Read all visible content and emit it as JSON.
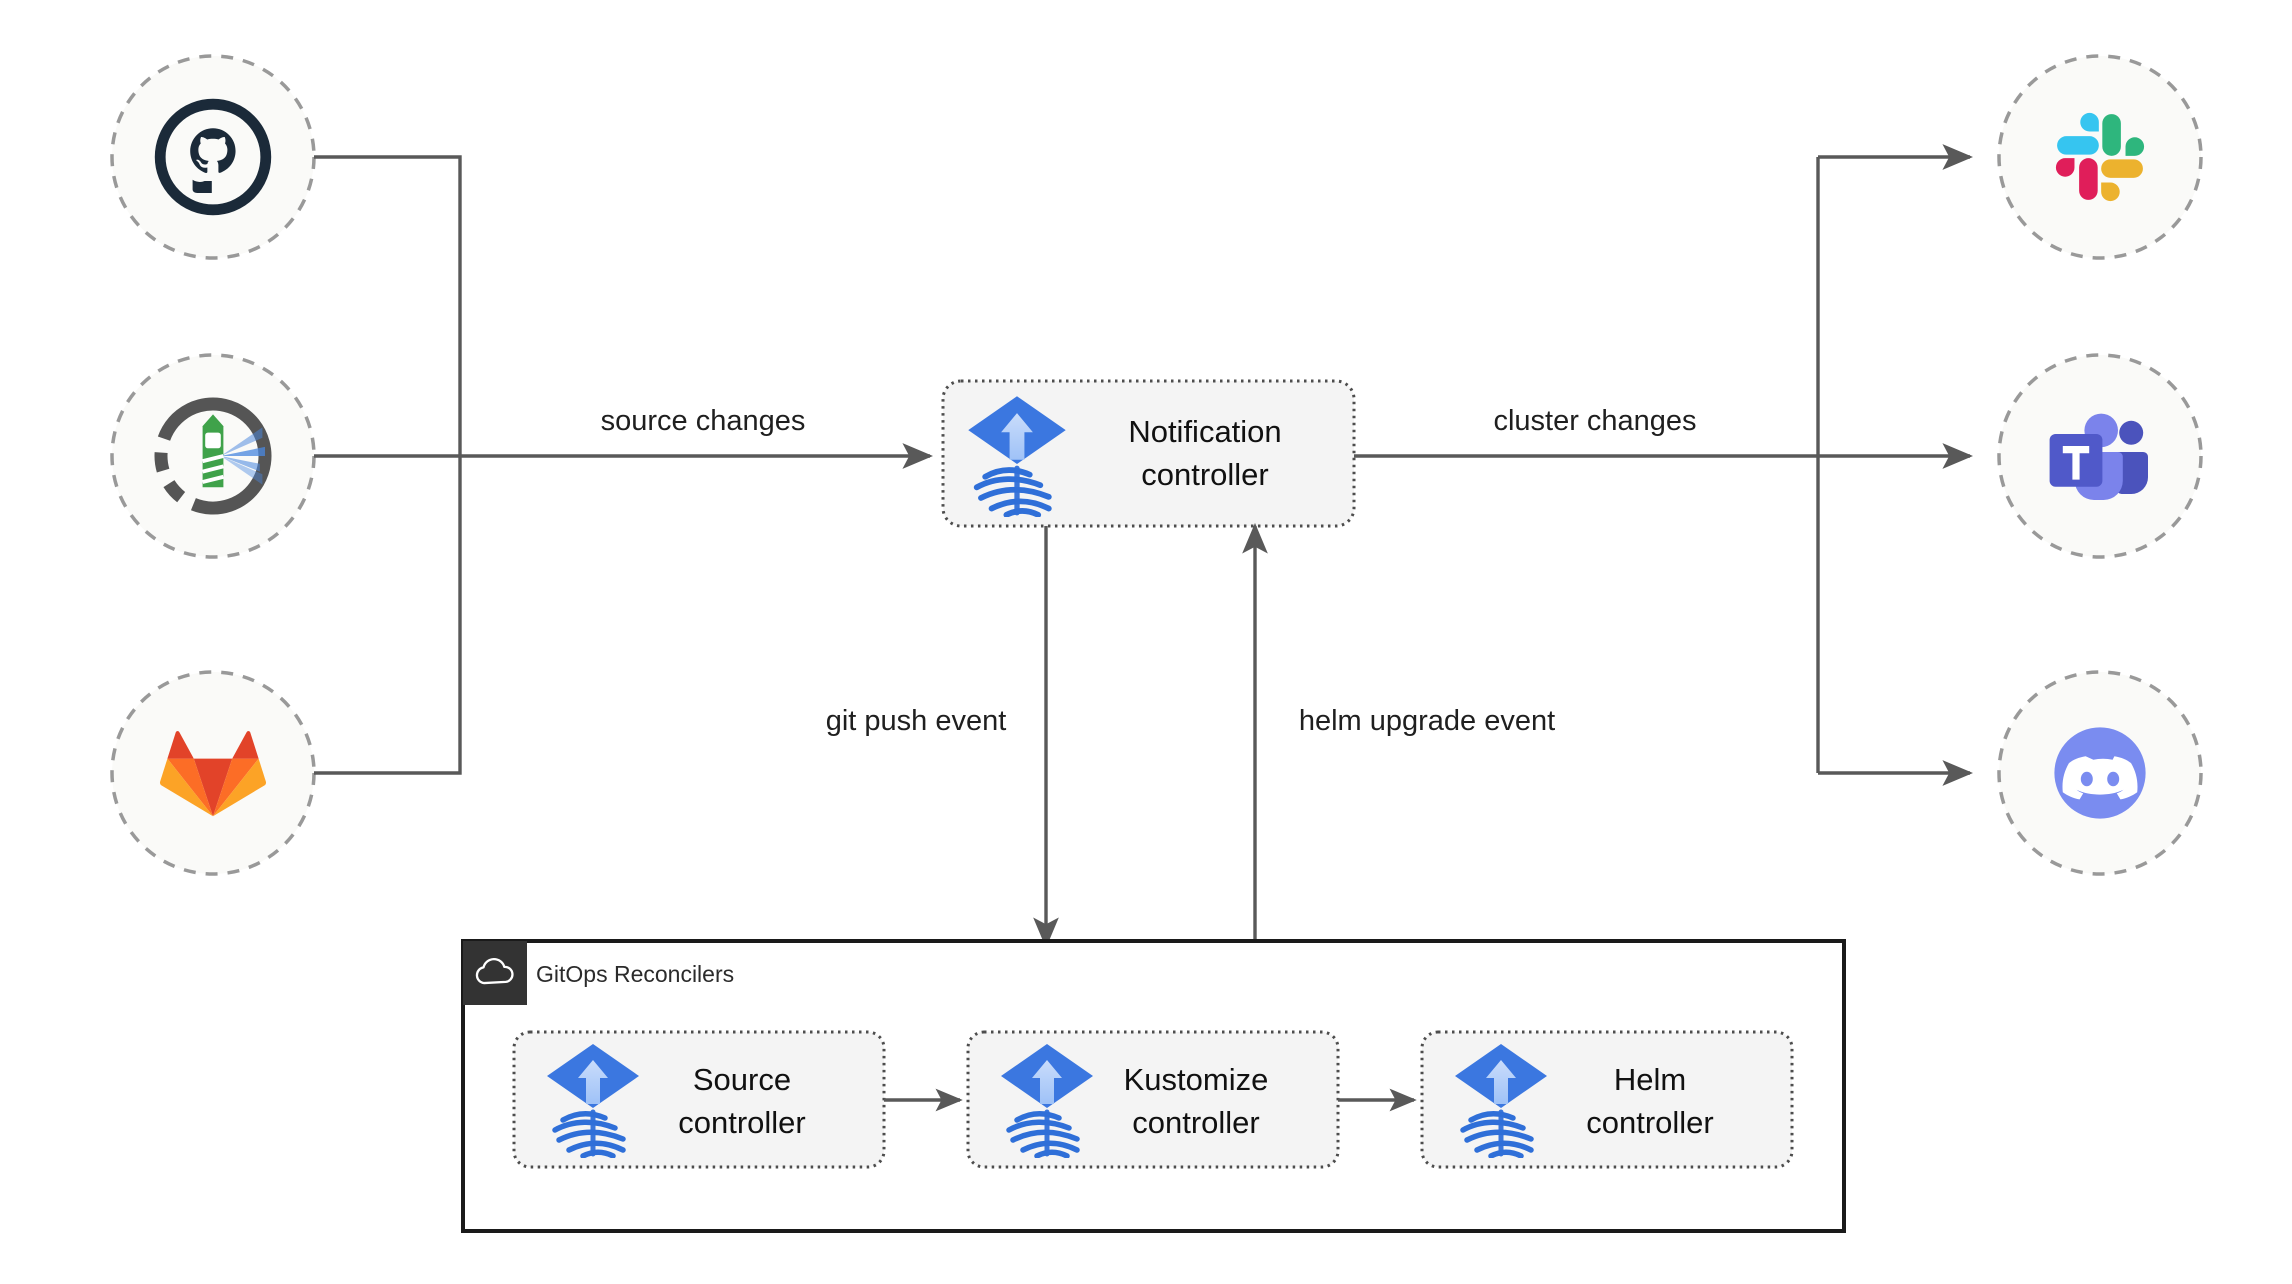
{
  "diagram": {
    "title": "Flux Notification Architecture",
    "background": "#ffffff",
    "line_color": "#595959",
    "node_fill": "#f4f4f4",
    "node_border": "#4d4d4d",
    "circle_fill": "#fafaf8",
    "circle_border": "#999999"
  },
  "sources": [
    {
      "id": "github",
      "name": "GitHub",
      "icon": "github-icon",
      "color": "#1b2a39"
    },
    {
      "id": "gitea",
      "name": "Gitea",
      "icon": "gitea-icon",
      "color": "#609926"
    },
    {
      "id": "gitlab",
      "name": "GitLab",
      "icon": "gitlab-icon",
      "color": "#e24329"
    }
  ],
  "providers": [
    {
      "id": "slack",
      "name": "Slack",
      "icon": "slack-icon",
      "color": "#36c5f0"
    },
    {
      "id": "teams",
      "name": "Microsoft Teams",
      "icon": "ms-teams-icon",
      "color": "#5059c9"
    },
    {
      "id": "discord",
      "name": "Discord",
      "icon": "discord-icon",
      "color": "#7a8cf0"
    }
  ],
  "nodes": {
    "notification": {
      "label_line1": "Notification",
      "label_line2": "controller",
      "icon": "flux-icon"
    },
    "source": {
      "label_line1": "Source",
      "label_line2": "controller",
      "icon": "flux-icon"
    },
    "kustomize": {
      "label_line1": "Kustomize",
      "label_line2": "controller",
      "icon": "flux-icon"
    },
    "helm": {
      "label_line1": "Helm",
      "label_line2": "controller",
      "icon": "flux-icon"
    }
  },
  "group": {
    "label": "GitOps Reconcilers",
    "icon": "cloud-icon",
    "header_bg": "#333333",
    "border": "#1a1a1a"
  },
  "edges": [
    {
      "id": "sources-to-notification",
      "label": "source changes"
    },
    {
      "id": "notification-to-providers",
      "label": "cluster changes"
    },
    {
      "id": "notification-to-reconcilers",
      "label": "git push event"
    },
    {
      "id": "helm-to-notification",
      "label": "helm upgrade event"
    },
    {
      "id": "source-to-kustomize",
      "label": ""
    },
    {
      "id": "kustomize-to-helm",
      "label": ""
    }
  ]
}
